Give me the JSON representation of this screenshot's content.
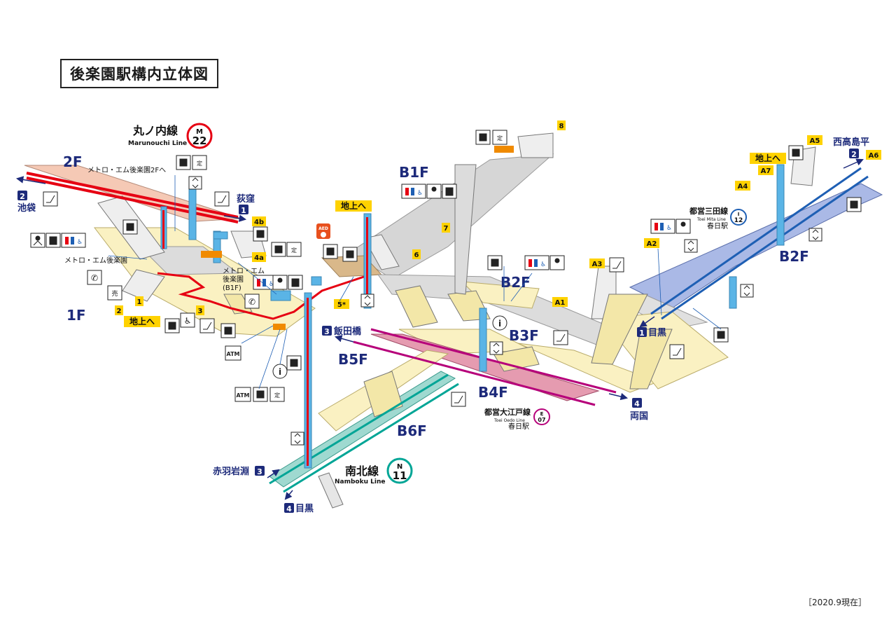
{
  "title": "後楽園駅構内立体図",
  "footer_date": "［2020.9現在］",
  "colors": {
    "marunouchi": "#e60012",
    "namboku": "#00a596",
    "oedo": "#b6007a",
    "mita": "#1e5fb4",
    "elevator": "#5ab4e6",
    "exit_yellow": "#ffd200",
    "floor_2f": "#f5c9b5",
    "floor_1f": "#faf1c2",
    "floor_b1f": "#d6d6d6",
    "floor_b5f": "#e59bb0",
    "floor_b6f": "#9fd9d0",
    "floor_mita": "#aab9e6"
  },
  "icons": [
    "toilet-icon",
    "accessible-toilet-icon",
    "baby-icon",
    "nursing-room-icon",
    "ticket-machine-icon",
    "fare-adjust-icon",
    "elevator-icon",
    "escalator-icon",
    "wheelchair-icon",
    "phone-icon",
    "atm-icon",
    "info-icon",
    "locker-icon",
    "aed-icon",
    "shop-icon",
    "ticket-gate-icon"
  ],
  "floors": {
    "f2": "2F",
    "f1": "1F",
    "b1f": "B1F",
    "b2f_mid": "B2F",
    "b2f_right": "B2F",
    "b3f": "B3F",
    "b4f": "B4F",
    "b5f": "B5F",
    "b6f": "B6F"
  },
  "lines": {
    "marunouchi": {
      "name": "丸ノ内線",
      "en": "Marunouchi Line",
      "letter": "M",
      "num": "22"
    },
    "namboku": {
      "name": "南北線",
      "en": "Namboku Line",
      "letter": "N",
      "num": "11"
    },
    "mita": {
      "name": "都営三田線",
      "en": "Toei Mita Line",
      "station": "春日駅",
      "letter": "I",
      "num": "12"
    },
    "oedo": {
      "name": "都営大江戸線",
      "en": "Toei Oedo Line",
      "station": "春日駅",
      "letter": "E",
      "num": "07"
    }
  },
  "directions": {
    "ikebukuro": {
      "num": "2",
      "name": "池袋"
    },
    "ogikubo": {
      "num": "1",
      "name": "荻窪"
    },
    "nishitakashimadaira": {
      "num": "2",
      "name": "西高島平"
    },
    "meguro_mita": {
      "num": "1",
      "name": "目黒"
    },
    "iidabashi": {
      "num": "3",
      "name": "飯田橋"
    },
    "ryogoku": {
      "num": "4",
      "name": "両国"
    },
    "akabaneiwabuchi": {
      "num": "3",
      "name": "赤羽岩淵"
    },
    "meguro_namboku": {
      "num": "4",
      "name": "目黒"
    }
  },
  "exits": {
    "e1": "1",
    "e2": "2",
    "e3": "3",
    "e4a": "4a",
    "e4b": "4b",
    "e5": "5*",
    "e6": "6",
    "e7": "7",
    "e8": "8",
    "a1": "A1",
    "a2": "A2",
    "a3": "A3",
    "a4": "A4",
    "a5": "A5",
    "a6": "A6",
    "a7": "A7"
  },
  "labels": {
    "to_ground": "地上へ",
    "metro_em_2f": "メトロ・エム後楽園2Fへ",
    "metro_em": "メトロ・エム後楽園",
    "metro_em_b1f_1": "メトロ・エム",
    "metro_em_b1f_2": "後楽園",
    "metro_em_b1f_3": "(B1F)",
    "aed": "AED",
    "atm": "ATM"
  }
}
